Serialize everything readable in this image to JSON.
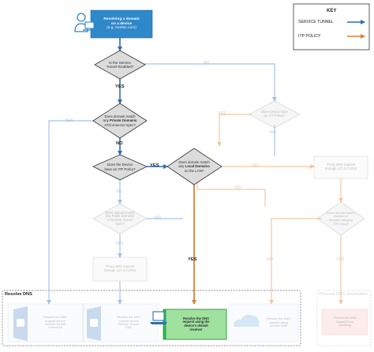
{
  "key": {
    "title": "KEY",
    "service_tunnel": "SERVICE TUNNEL",
    "itp_policy": "ITP POLICY",
    "colors": {
      "tunnel": "#2f6db3",
      "itp": "#d9813c"
    }
  },
  "start": {
    "line1": "Resolving a domain",
    "line2": "on a device",
    "line3": "(e.g. mortec.com)"
  },
  "decisions": {
    "tunnel_enabled": {
      "line1": "Is the Service",
      "line2": "Tunnel Enabled?"
    },
    "private_domains": {
      "line1": "Does domain match",
      "line2": "any",
      "bold": "Private Domains",
      "line3": "AT/Connector spec?"
    },
    "itp_policy": {
      "line1": "Does the Device",
      "line2": "have an ITP Policy?"
    },
    "local_domains": {
      "line1": "Does domain match",
      "line2": "any",
      "bold": "Local Domains",
      "line3": "on the LAN?"
    },
    "itp_policy_right": {
      "line1": "Does Device have",
      "line2": "an ITP Policy?"
    },
    "public_domains": {
      "line1": "Does domain match",
      "line2": "any Public Domains",
      "line3": "in Service Tunnel",
      "line4": "Spec?"
    },
    "blocked": {
      "line1": "Does domain match",
      "line2": "blocked or",
      "line3": "denylist category",
      "line4": "ITP Policy?"
    }
  },
  "process": {
    "proxy_tunnel": {
      "line1": "Proxy DNS request",
      "line2": "through 127.0.0.1#53"
    },
    "proxy_right": {
      "line1": "Proxy DNS request",
      "line2": "through 127.0.0.1#53"
    }
  },
  "edges": {
    "yes": "YES",
    "no": "NO"
  },
  "groups": {
    "resolve": "Resolve DNS",
    "prevent": "Prevent DNS Resolution"
  },
  "outcomes": {
    "o1": {
      "line1": "Resolve the DNS",
      "line2": "request via the",
      "line3": "Service Tunnel",
      "line4": "Connector"
    },
    "o2": {
      "line1": "Resolve the DNS",
      "line2": "request via the",
      "line3": "Service Tunnel",
      "line4": "DNS"
    },
    "o3": {
      "line1": "Resolve the DNS",
      "line2": "request using the",
      "line3": "device's default",
      "line4": "resolver"
    },
    "o4": {
      "line1": "Resolve the DNS",
      "line2": "request using",
      "line3": "Service DNS"
    },
    "o5": {
      "line1": "Prevent the DNS",
      "line2": "request from",
      "line3": "resolving"
    }
  }
}
